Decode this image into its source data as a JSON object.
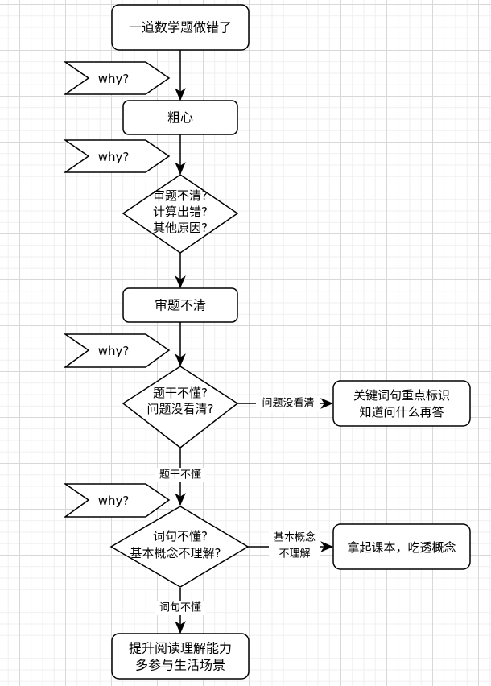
{
  "diagram": {
    "type": "flowchart",
    "colors": {
      "stroke": "#000000",
      "fill": "#ffffff",
      "grid_major": "#d8d8d8",
      "grid_minor": "#efefef"
    },
    "nodes": {
      "start": {
        "lines": [
          "一道数学题做错了"
        ]
      },
      "careless": {
        "lines": [
          "粗心"
        ]
      },
      "decision1": {
        "lines": [
          "审题不清?",
          "计算出错?",
          "其他原因?"
        ]
      },
      "unclear": {
        "lines": [
          "审题不清"
        ]
      },
      "decision2": {
        "lines": [
          "题干不懂?",
          "问题没看清?"
        ]
      },
      "mark_keywords": {
        "lines": [
          "关键词句重点标识",
          "知道问什么再答"
        ]
      },
      "decision3": {
        "lines": [
          "词句不懂?",
          "基本概念不理解?"
        ]
      },
      "textbook": {
        "lines": [
          "拿起课本，吃透概念"
        ]
      },
      "reading": {
        "lines": [
          "提升阅读理解能力",
          "多参与生活场景"
        ]
      }
    },
    "why_tags": [
      "why?",
      "why?",
      "why?",
      "why?"
    ],
    "edge_labels": {
      "d2_right": [
        "问题没看清"
      ],
      "d2_down": [
        "题干不懂"
      ],
      "d3_right": [
        "基本概念",
        "不理解"
      ],
      "d3_down": [
        "词句不懂"
      ]
    }
  }
}
